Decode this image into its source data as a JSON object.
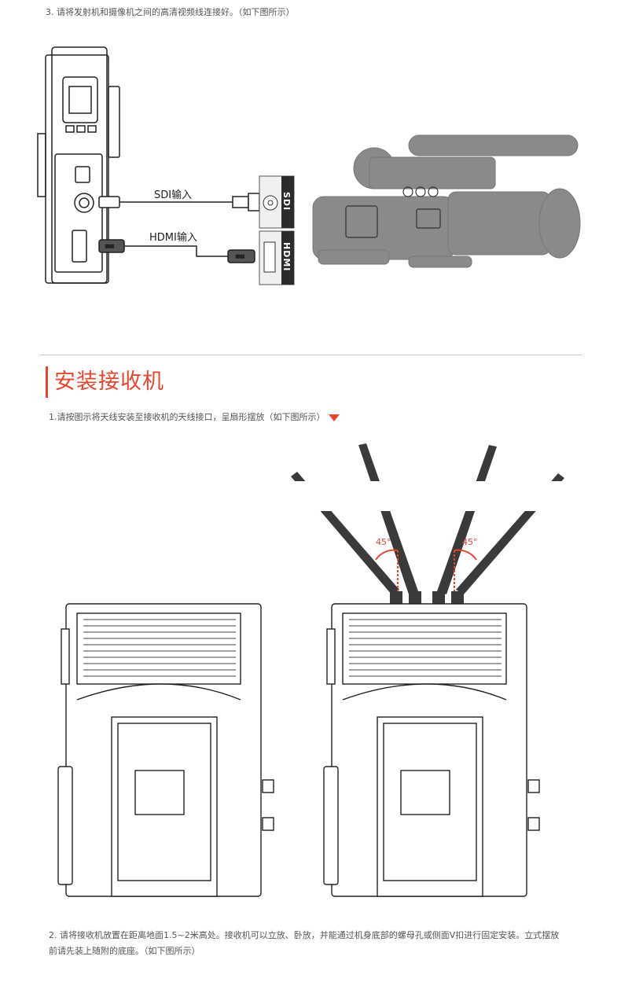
{
  "steps": {
    "step3": "3. 请将发射机和摄像机之间的高清视频线连接好。（如下图所示）",
    "step1": "1.请按图示将天线安装至接收机的天线接口，呈扇形摆放（如下图所示）",
    "step2": "2. 请将接收机放置在距离地面1.5~2米高处。接收机可以立放、卧放，并能通过机身底部的螺母孔或侧面V扣进行固定安装。立式摆放前请先装上随附的底座。（如下图所示）"
  },
  "section": {
    "title": "安装接收机"
  },
  "diagram_top": {
    "sdi_label": "SDI输入",
    "hdmi_label": "HDMI输入",
    "port_sdi": "SDI",
    "port_hdmi": "HDMI",
    "cable_tag": "HDMI"
  },
  "diagram_bottom": {
    "angle_left": "45°",
    "angle_right": "45°"
  },
  "colors": {
    "accent": "#e4472d",
    "camera_gray": "#8a8a8a",
    "line": "#222222"
  }
}
